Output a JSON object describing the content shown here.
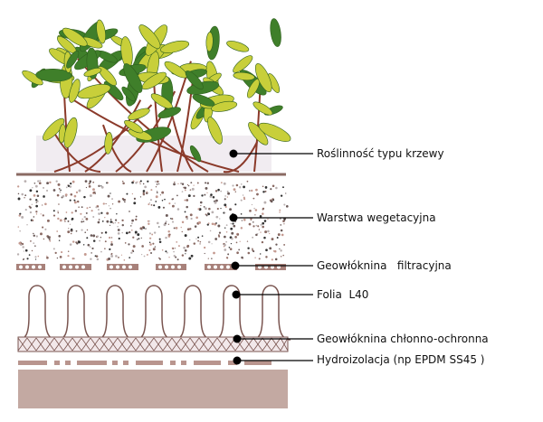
{
  "labels": {
    "plants": "Roślinność typu krzewy",
    "vegetation_layer": "Warstwa wegetacyjna",
    "filter_geotextile": "Geowłóknina   filtracyjna",
    "membrane": "Folia  L40",
    "protective_geotextile": "Geowłóknina chłonno-ochronna",
    "waterproofing": "Hydroizolacja (np EPDM SS45 )"
  },
  "colors": {
    "layer_brown": "#8a6a63",
    "slab": "#c3a9a2",
    "leaf_dark": "#3f7f2a",
    "leaf_light": "#c8cf3a",
    "stem": "#8b3a2a"
  }
}
